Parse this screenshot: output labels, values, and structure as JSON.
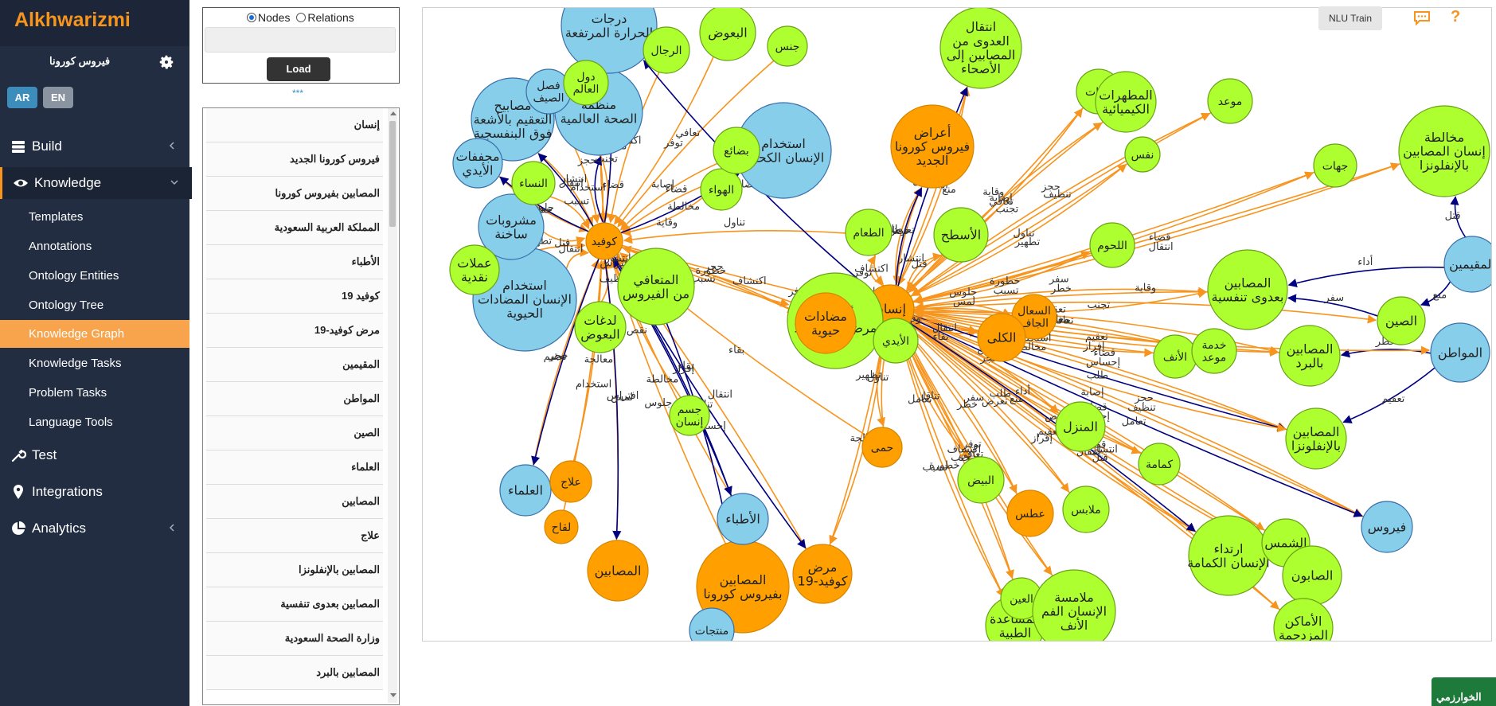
{
  "app": {
    "brand": "Alkhwarizmi",
    "project_name": "فيروس كورونا"
  },
  "languages": [
    "AR",
    "EN"
  ],
  "nav": {
    "build": "Build",
    "knowledge": "Knowledge",
    "knowledge_items": [
      "Templates",
      "Annotations",
      "Ontology Entities",
      "Ontology Tree",
      "Knowledge Graph",
      "Knowledge Tasks",
      "Problem Tasks",
      "Language Tools"
    ],
    "active_item": "Knowledge Graph",
    "test": "Test",
    "integrations": "Integrations",
    "analytics": "Analytics"
  },
  "load_panel": {
    "radio_nodes": "Nodes",
    "radio_relations": "Relations",
    "selected": "Nodes",
    "search_value": "",
    "load_button": "Load",
    "divider": "***"
  },
  "entity_list": [
    "إنسان",
    "فيروس كورونا الجديد",
    "المصابين بفيروس كورونا",
    "المملكة العربية السعودية",
    "الأطباء",
    "كوفيد 19",
    "مرض كوفيد-19",
    "المقيمين",
    "المواطن",
    "الصين",
    "العلماء",
    "المصابين",
    "علاج",
    "المصابين بالإنفلونزا",
    "المصابين بعدوى تنفسية",
    "وزارة الصحة السعودية",
    "المصابين بالبرد"
  ],
  "graph_toolbar": {
    "nlu_train": "NLU Train",
    "chat_icon": "chat-icon",
    "help_icon": "question-icon"
  },
  "bottom_badge": "الخوارزمي",
  "colors": {
    "accent": "#f7941d",
    "sidebar": "#222d42",
    "node_blue": "#87ceeb",
    "node_green": "#adff2f",
    "node_orange": "#ff9f00",
    "edge_orange": "#f7941d",
    "edge_navy": "#000080"
  },
  "graph": {
    "nodes": [
      {
        "id": "covid",
        "label": "كوفيد",
        "color": "orange"
      },
      {
        "id": "human",
        "label": "إنسان",
        "color": "orange"
      },
      {
        "id": "symptoms",
        "label": "أعراض\nمرض كوفيد-19",
        "color": "green"
      },
      {
        "id": "recovered",
        "label": "المتعافي\nمن الفيروس",
        "color": "green"
      },
      {
        "id": "who",
        "label": "منظمة\nالصحة العالمية",
        "color": "blue"
      },
      {
        "id": "alcohol",
        "label": "استخدام\nالإنسان الكحول",
        "color": "blue"
      },
      {
        "id": "antibiotics_use",
        "label": "استخدام\nالإنسان المضادات\nالحيوية",
        "color": "blue"
      },
      {
        "id": "corona_symptoms",
        "label": "أعراض\nفيروس كورونا\nالجديد",
        "color": "orange"
      },
      {
        "id": "infected",
        "label": "المصابين",
        "color": "orange"
      },
      {
        "id": "infected_corona",
        "label": "المصابين\nبفيروس كورونا",
        "color": "orange"
      },
      {
        "id": "disease",
        "label": "مرض\nكوفيد-19",
        "color": "orange"
      },
      {
        "id": "antibiotics",
        "label": "مضادات\nحيوية",
        "color": "orange"
      },
      {
        "id": "resp",
        "label": "المصابين\nبعدوى تنفسية",
        "color": "green"
      },
      {
        "id": "cold",
        "label": "المصابين\nبالبرد",
        "color": "green"
      },
      {
        "id": "flu",
        "label": "المصابين\nبالإنفلونزا",
        "color": "green"
      },
      {
        "id": "flu_mix",
        "label": "مخالطة\nإنسان المصابين\nبالإنفلونزا",
        "color": "green"
      },
      {
        "id": "china",
        "label": "الصين",
        "color": "green"
      },
      {
        "id": "citizen",
        "label": "المواطن",
        "color": "blue"
      },
      {
        "id": "residents",
        "label": "المقيمين",
        "color": "blue"
      },
      {
        "id": "virus",
        "label": "فيروس",
        "color": "blue"
      },
      {
        "id": "doctors",
        "label": "الأطباء",
        "color": "blue"
      },
      {
        "id": "scientists",
        "label": "العلماء",
        "color": "blue"
      },
      {
        "id": "hot_drinks",
        "label": "مشروبات\nساخنة",
        "color": "blue"
      },
      {
        "id": "sterilize",
        "label": "مصابيح\nالتعقيم بالأشعة\nفوق البنفسجية",
        "color": "blue"
      },
      {
        "id": "hand_dryers",
        "label": "مجففات\nالأيدي",
        "color": "blue"
      },
      {
        "id": "heat",
        "label": "درجات\nالحرارة المرتفعة",
        "color": "blue"
      },
      {
        "id": "season",
        "label": "فصل\nالصيف",
        "color": "blue"
      },
      {
        "id": "treatment",
        "label": "علاج",
        "color": "orange"
      },
      {
        "id": "vaccine",
        "label": "لقاح",
        "color": "orange"
      },
      {
        "id": "fever",
        "label": "حمى",
        "color": "orange"
      },
      {
        "id": "cough",
        "label": "السعال\nالجاف",
        "color": "orange"
      },
      {
        "id": "sneeze",
        "label": "عطس",
        "color": "orange"
      },
      {
        "id": "transmission",
        "label": "انتقال\nالعدوى من\nالمصابين إلى\nالأصحاء",
        "color": "green"
      },
      {
        "id": "mask",
        "label": "ارتداء\nالإنسان الكمامة",
        "color": "green"
      },
      {
        "id": "home",
        "label": "المنزل",
        "color": "green"
      },
      {
        "id": "eggs",
        "label": "البيض",
        "color": "green"
      },
      {
        "id": "clothes",
        "label": "ملابس",
        "color": "green"
      },
      {
        "id": "masks",
        "label": "كمامة",
        "color": "green"
      },
      {
        "id": "sun",
        "label": "الشمس",
        "color": "green"
      },
      {
        "id": "soap",
        "label": "الصابون",
        "color": "green"
      },
      {
        "id": "places",
        "label": "الأماكن\nالمزدحمة",
        "color": "green"
      },
      {
        "id": "food",
        "label": "الطعام",
        "color": "green"
      },
      {
        "id": "surfaces",
        "label": "الأسطح",
        "color": "green"
      },
      {
        "id": "meat",
        "label": "اللحوم",
        "color": "green"
      },
      {
        "id": "air",
        "label": "الهواء",
        "color": "green"
      },
      {
        "id": "goods",
        "label": "بضائع",
        "color": "green"
      },
      {
        "id": "women",
        "label": "النساء",
        "color": "green"
      },
      {
        "id": "men",
        "label": "الرجال",
        "color": "green"
      },
      {
        "id": "mosquito",
        "label": "البعوض",
        "color": "green"
      },
      {
        "id": "gender",
        "label": "جنس",
        "color": "green"
      },
      {
        "id": "countries",
        "label": "دول\nالعالم",
        "color": "green"
      },
      {
        "id": "bites",
        "label": "لدغات\nالبعوض",
        "color": "green"
      },
      {
        "id": "body",
        "label": "جسم\nإنسان",
        "color": "green"
      },
      {
        "id": "hands",
        "label": "الأيدي",
        "color": "green"
      },
      {
        "id": "nose",
        "label": "الأنف",
        "color": "green"
      },
      {
        "id": "service",
        "label": "خدمة\nموعد",
        "color": "green"
      },
      {
        "id": "appointment",
        "label": "موعد",
        "color": "green"
      },
      {
        "id": "sides",
        "label": "جهات",
        "color": "green"
      },
      {
        "id": "tools",
        "label": "أدوات",
        "color": "green"
      },
      {
        "id": "chem",
        "label": "المطهرات\nالكيميائية",
        "color": "green"
      },
      {
        "id": "self",
        "label": "نفس",
        "color": "green"
      },
      {
        "id": "coins",
        "label": "عملات\nنقدية",
        "color": "green"
      },
      {
        "id": "medical",
        "label": "المساعدة\nالطبية",
        "color": "green"
      },
      {
        "id": "eyes",
        "label": "العين",
        "color": "green"
      },
      {
        "id": "touch",
        "label": "ملامسة\nالإنسان الفم\nالأنف",
        "color": "green"
      },
      {
        "id": "kcl",
        "label": "الكلى",
        "color": "orange"
      },
      {
        "id": "products",
        "label": "منتجات",
        "color": "blue"
      }
    ],
    "edge_labels": [
      "قضاء",
      "قضاء",
      "انتقال",
      "قتل",
      "انتشار",
      "خطورة",
      "تسبب",
      "اكتشاف",
      "توفر",
      "تعافي",
      "تجنب",
      "إصابة",
      "وقاية",
      "تناول",
      "تطهير",
      "تنظيف",
      "حجز",
      "إبلاغ",
      "نقص",
      "معالجة",
      "تعقيم",
      "استخدام",
      "مخالطة",
      "لمس",
      "جلوس",
      "انتقال",
      "بقاء",
      "حجر",
      "افتراس",
      "تناقل",
      "تعامل",
      "تعرض",
      "طلب",
      "أداء",
      "منع",
      "خطر",
      "سفر",
      "تعقيم",
      "إفراز",
      "إحساس"
    ]
  }
}
